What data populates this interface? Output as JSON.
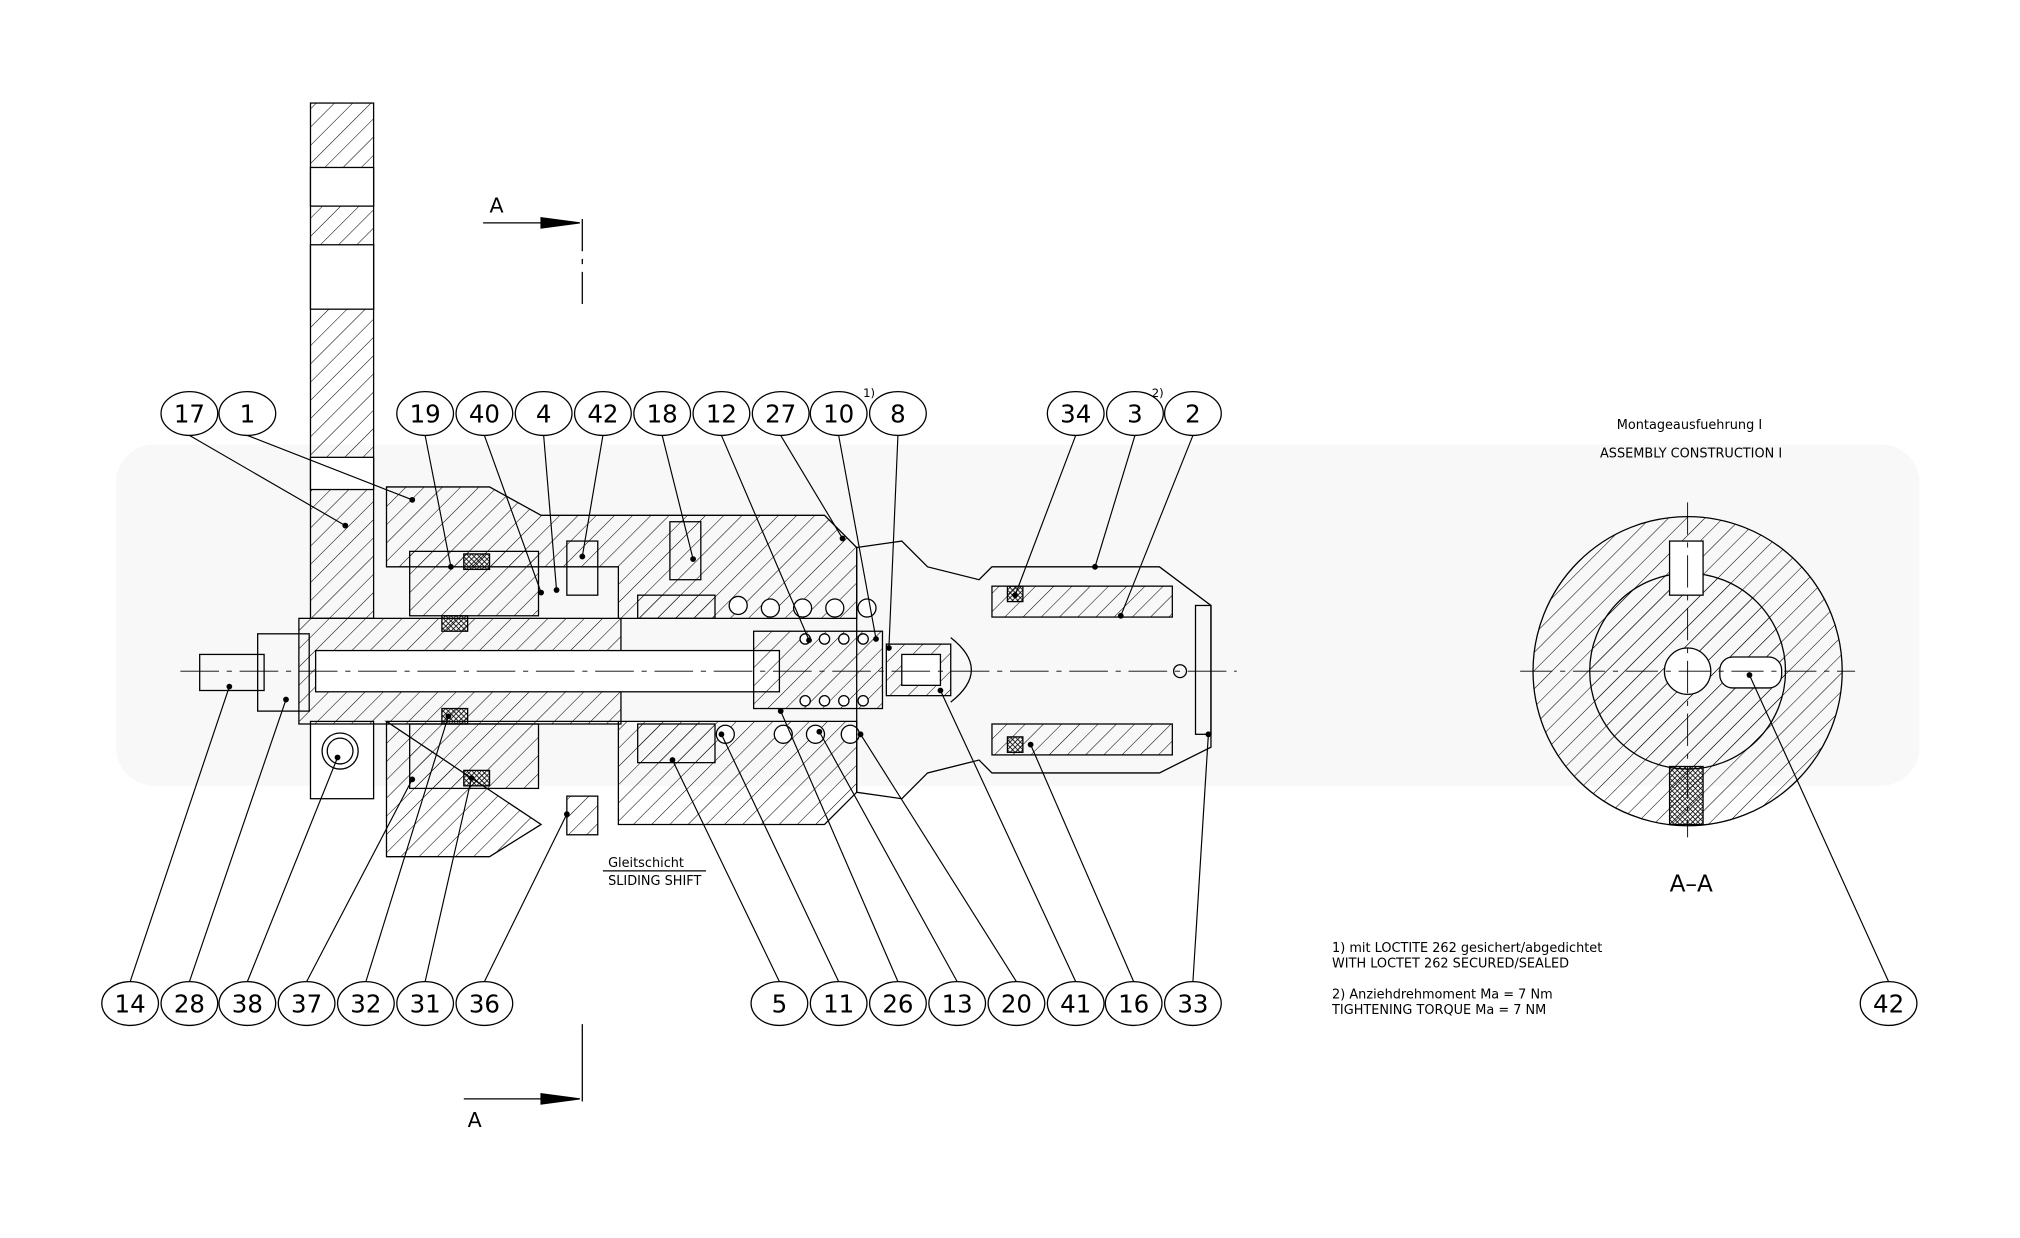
{
  "section_marks": {
    "top": "A",
    "bottom": "A",
    "view_label": "A–A"
  },
  "assembly_title": {
    "de": "Montageausfuehrung I",
    "en": "ASSEMBLY CONSTRUCTION I"
  },
  "sliding_note": {
    "de": "Gleitschicht",
    "en": "SLIDING SHIFT"
  },
  "footnote_marks": {
    "one": "1)",
    "two": "2)"
  },
  "notes": [
    "1) mit LOCTITE 262 gesichert/abgedichtet",
    "WITH LOCTET 262 SECURED/SEALED",
    "2) Anziehdrehmoment Ma = 7 Nm",
    "TIGHTENING TORQUE Ma = 7 NM"
  ],
  "balloons_top": [
    "17",
    "1",
    "19",
    "40",
    "4",
    "42",
    "18",
    "12",
    "27",
    "10",
    "8",
    "34",
    "3",
    "2"
  ],
  "balloons_bottom": [
    "14",
    "28",
    "38",
    "37",
    "32",
    "31",
    "36",
    "5",
    "11",
    "26",
    "13",
    "20",
    "41",
    "16",
    "33"
  ],
  "balloon_section": "42"
}
